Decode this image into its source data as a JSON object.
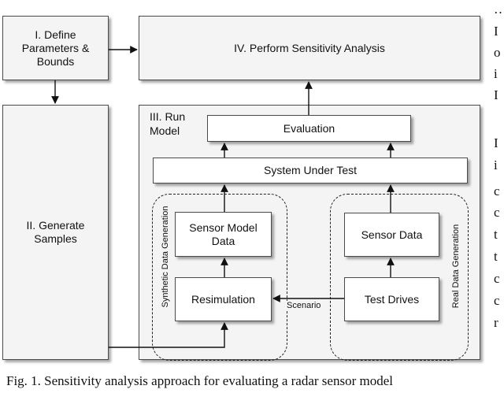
{
  "boxes": {
    "define": "I. Define\nParameters &\nBounds",
    "analysis": "IV. Perform Sensitivity Analysis",
    "generate": "II. Generate\nSamples",
    "run_model": "III. Run\nModel",
    "evaluation": "Evaluation",
    "sut": "System Under Test",
    "sensor_model": "Sensor Model\nData",
    "resimulation": "Resimulation",
    "sensor_data": "Sensor Data",
    "test_drives": "Test Drives"
  },
  "labels": {
    "synthetic": "Synthetic Data Generation",
    "real": "Real Data Generation",
    "scenario": "Scenario"
  },
  "caption": "Fig. 1.  Sensitivity analysis approach for evaluating a radar sensor model",
  "right_margin_text": [
    "…",
    "I",
    "o",
    "i",
    "I",
    "",
    "I",
    "i",
    "c",
    "c",
    "t",
    "t",
    "c",
    "c",
    "r"
  ]
}
